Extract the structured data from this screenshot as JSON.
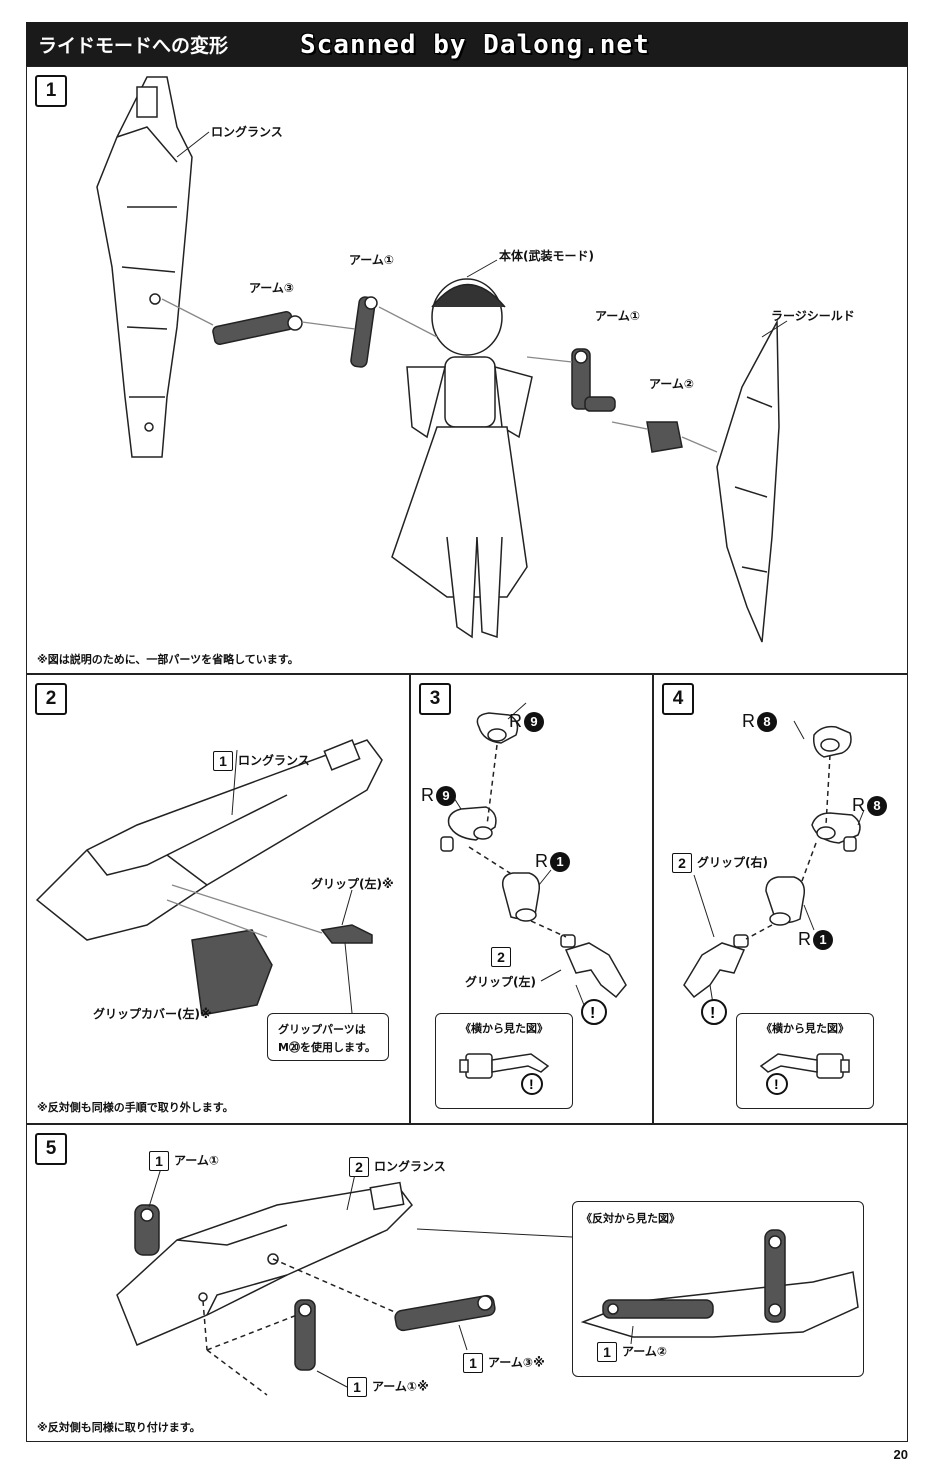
{
  "header": {
    "title": "ライドモードへの変形",
    "watermark": "Scanned by Dalong.net"
  },
  "step1": {
    "number": "1",
    "labels": {
      "long_lance": "ロングランス",
      "arm1_left": "アーム①",
      "arm3": "アーム③",
      "body": "本体(武装モード)",
      "arm1_right": "アーム①",
      "large_shield": "ラージシールド",
      "arm2": "アーム②"
    },
    "note": "※図は説明のために、一部パーツを省略しています。"
  },
  "step2": {
    "number": "2",
    "long_lance_num": "1",
    "long_lance": "ロングランス",
    "grip_left": "グリップ(左)※",
    "grip_cover": "グリップカバー(左)※",
    "callout_line1": "グリップパーツは",
    "callout_line2": "M⑳を使用します。",
    "note": "※反対側も同様の手順で取り外します。"
  },
  "step3": {
    "number": "3",
    "r_top": "R",
    "r_top_num": "9",
    "r_mid": "R",
    "r_mid_num": "9",
    "r_low": "R",
    "r_low_num": "1",
    "grip_num": "2",
    "grip": "グリップ(左)",
    "callout_title": "《横から見た図》"
  },
  "step4": {
    "number": "4",
    "r_top": "R",
    "r_top_num": "8",
    "r_mid": "R",
    "r_mid_num": "8",
    "r_low": "R",
    "r_low_num": "1",
    "grip_num": "2",
    "grip": "グリップ(右)",
    "callout_title": "《横から見た図》"
  },
  "step5": {
    "number": "5",
    "arm1_num": "1",
    "arm1": "アーム①",
    "lance_num": "2",
    "lance": "ロングランス",
    "arm3_num": "1",
    "arm3": "アーム③※",
    "arm1b_num": "1",
    "arm1b": "アーム①※",
    "callout_title": "《反対から見た図》",
    "arm2_num": "1",
    "arm2": "アーム②",
    "note": "※反対側も同様に取り付けます。"
  },
  "page_number": "20"
}
